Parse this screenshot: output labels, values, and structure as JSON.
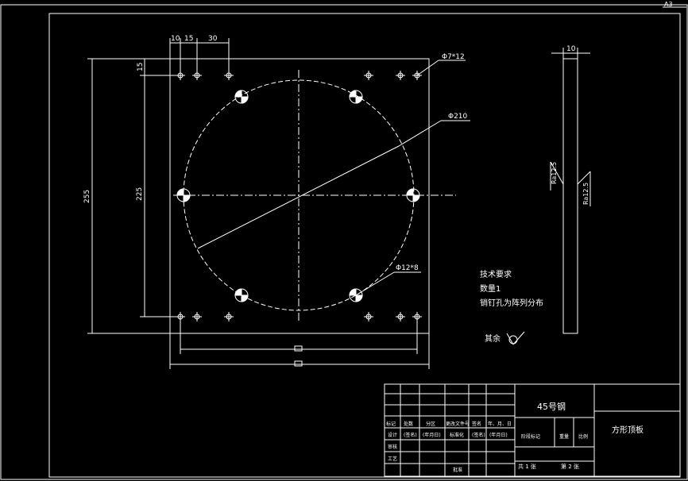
{
  "corner_label": "A3",
  "dims": {
    "d10": "10",
    "d15": "15",
    "d30": "30",
    "d15_left": "15",
    "d255": "255",
    "d225": "225",
    "hole_small": "Φ7*12",
    "circle": "Φ210",
    "hole_big": "Φ12*8",
    "side_10": "10",
    "rough_a": "Ra12.5",
    "rough_b": "Ra12.5"
  },
  "notes": {
    "line1": "技术要求",
    "line2": "数量1",
    "line3": "销钉孔为阵列分布",
    "rest_label": "其余"
  },
  "title_block": {
    "material": "45号钢",
    "part_name": "方形顶板",
    "h_mark": "标记",
    "h_count": "处数",
    "h_zone": "分区",
    "h_docno": "更改文件号",
    "h_sign": "签名",
    "h_date": "年、月、日",
    "r_design": "设计",
    "r_sign1": "(签名)",
    "r_date1": "(年月日)",
    "r_std": "标准化",
    "r_sign2": "(签名)",
    "r_date2": "(年月日)",
    "r_review": "审核",
    "r_process": "工艺",
    "r_approve": "批准",
    "stage_mark": "阶段标记",
    "weight": "重量",
    "scale": "比例",
    "total_sheets": "共 1 张",
    "sheet_no": "第 2 张"
  }
}
